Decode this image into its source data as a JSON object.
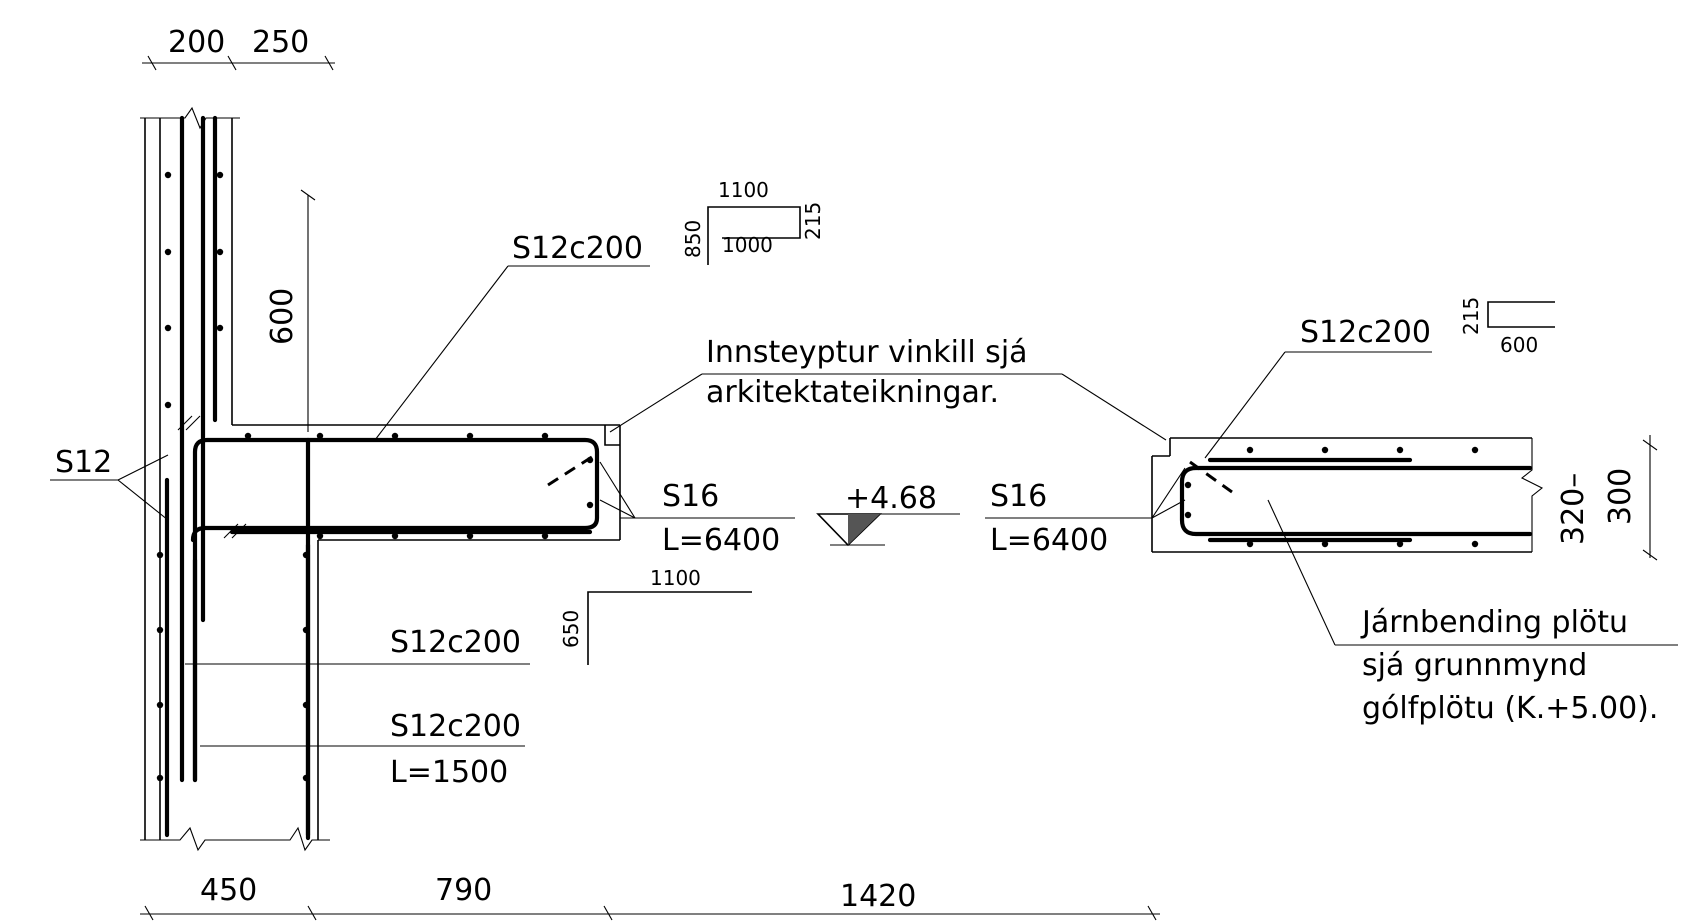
{
  "dimensions_top": [
    "200",
    "250"
  ],
  "dimensions_bottom": [
    "450",
    "790",
    "1420"
  ],
  "dim_vertical_wall": "600",
  "dim_right_vertical": [
    "320–",
    "300"
  ],
  "labels": {
    "s12_left": "S12",
    "top_bar": "S12c200",
    "wall_bar_1": "S12c200",
    "wall_bar_2": "S12c200",
    "wall_bar_2_length": "L=1500",
    "s16_left": "S16",
    "s16_left_length": "L=6400",
    "s16_right": "S16",
    "s16_right_length": "L=6400",
    "right_top_bar": "S12c200",
    "elevation": "+4.68"
  },
  "notes": {
    "angle_line1": "Innsteyptur vinkill sjá",
    "angle_line2": "arkitektateikningar.",
    "slab_line1": "Járnbending plötu",
    "slab_line2": "sjá grunnmynd",
    "slab_line3": "gólfplötu (K.+5.00)."
  },
  "bend_shapes": {
    "shape1": {
      "top": "1100",
      "left": "850",
      "right": "215",
      "bottom": "1000"
    },
    "shape2": {
      "left": "215",
      "bottom": "600"
    },
    "shape3": {
      "top": "1100",
      "left": "650"
    }
  }
}
